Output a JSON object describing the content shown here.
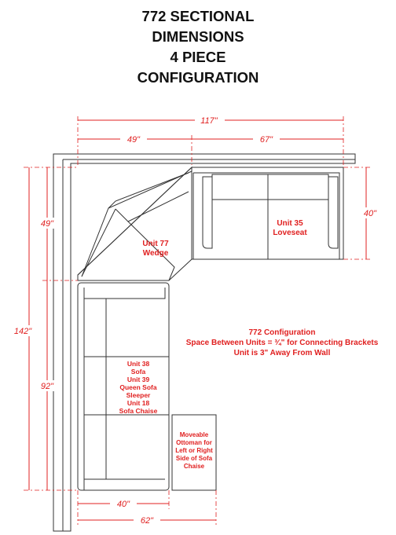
{
  "title": {
    "line1": "772 SECTIONAL",
    "line2": "DIMENSIONS",
    "line3": "4 PIECE",
    "line4": "CONFIGURATION"
  },
  "dimensions": {
    "total_width": "117\"",
    "wedge_width": "49\"",
    "loveseat_width": "67\"",
    "loveseat_depth": "40\"",
    "wedge_depth": "49\"",
    "total_depth": "142\"",
    "sofa_length": "92\"",
    "sofa_depth": "40\"",
    "sofa_with_ottoman": "62\""
  },
  "units": {
    "wedge": [
      "Unit 77",
      "Wedge"
    ],
    "loveseat": [
      "Unit 35",
      "Loveseat"
    ],
    "sofa": [
      "Unit 38",
      "Sofa",
      "Unit 39",
      "Queen Sofa",
      "Sleeper",
      "Unit 18",
      "Sofa Chaise"
    ],
    "ottoman": [
      "Moveable",
      "Ottoman for",
      "Left or Right",
      "Side of Sofa",
      "Chaise"
    ]
  },
  "notes": {
    "config": "772 Configuration",
    "spacing": "Space Between Units = ¾\" for Connecting Brackets",
    "wall": "Unit is 3\" Away From Wall"
  },
  "colors": {
    "dimension": "#e02020",
    "outline": "#333333"
  }
}
